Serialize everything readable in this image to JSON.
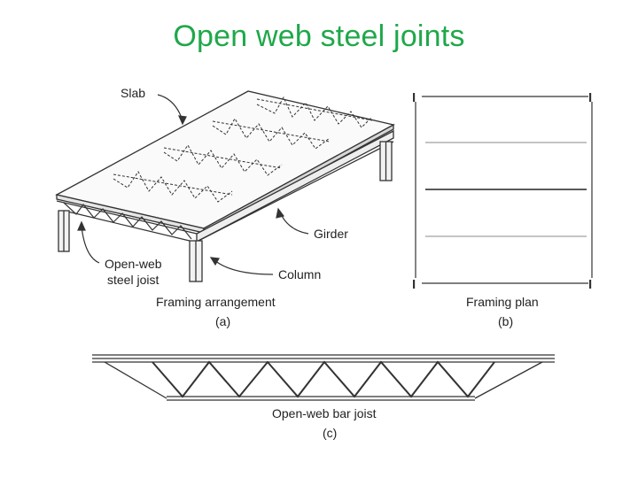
{
  "title": "Open web steel joints",
  "figure_a": {
    "labels": {
      "slab": "Slab",
      "girder": "Girder",
      "joist_line1": "Open-web",
      "joist_line2": "steel joist",
      "column": "Column"
    },
    "caption": "Framing arrangement",
    "letter": "(a)"
  },
  "figure_b": {
    "caption": "Framing plan",
    "letter": "(b)",
    "column_symbol": "I"
  },
  "figure_c": {
    "caption": "Open-web bar joist",
    "letter": "(c)"
  },
  "colors": {
    "title": "#1fa84a",
    "line": "#333333"
  }
}
